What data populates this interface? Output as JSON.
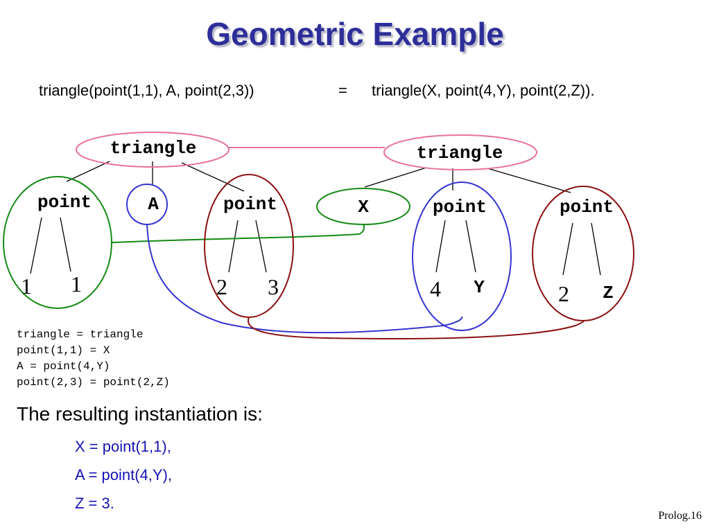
{
  "title": "Geometric Example",
  "equation": {
    "left": "triangle(point(1,1), A, point(2,3))",
    "operator": "=",
    "right": "triangle(X, point(4,Y), point(2,Z))."
  },
  "tree_left": {
    "root": "triangle",
    "arg1": "point",
    "arg1_children": [
      "1",
      "1"
    ],
    "arg2": "A",
    "arg3": "point",
    "arg3_children": [
      "2",
      "3"
    ]
  },
  "tree_right": {
    "root": "triangle",
    "arg1": "X",
    "arg2": "point",
    "arg2_children": [
      "4",
      "Y"
    ],
    "arg3": "point",
    "arg3_children": [
      "2",
      "Z"
    ]
  },
  "colors": {
    "title": "#2e2e9a",
    "root_match": "#e8709a",
    "x_match": "#138a13",
    "a_match": "#3434d0",
    "point23_match": "#8b1010",
    "result_text": "#1414b4"
  },
  "unification_steps": [
    "triangle = triangle",
    "point(1,1) = X",
    "A = point(4,Y)",
    "point(2,3) = point(2,Z)"
  ],
  "result": {
    "heading": "The resulting instantiation is:",
    "lines": [
      "X = point(1,1),",
      "A = point(4,Y),",
      "Z = 3."
    ]
  },
  "footer": "Prolog.16"
}
